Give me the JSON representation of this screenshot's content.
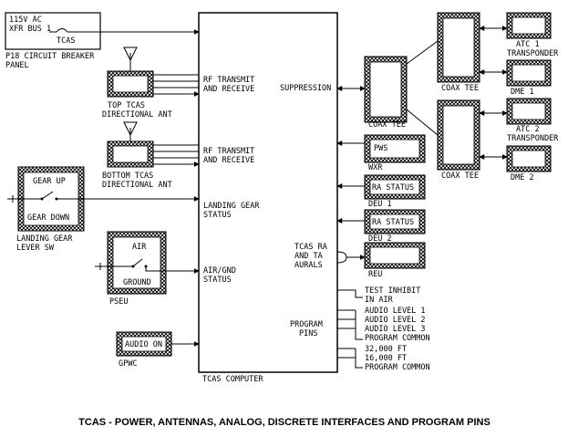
{
  "caption": "TCAS - POWER, ANTENNAS, ANALOG, DISCRETE INTERFACES AND PROGRAM PINS",
  "computer": {
    "name": "TCAS COMPUTER",
    "rf_top": [
      "RF TRANSMIT",
      "AND RECEIVE"
    ],
    "rf_bottom": [
      "RF TRANSMIT",
      "AND RECEIVE"
    ],
    "landing_gear": [
      "LANDING GEAR",
      "STATUS"
    ],
    "air_gnd": [
      "AIR/GND",
      "STATUS"
    ],
    "suppression": "SUPPRESSION",
    "aurals": [
      "TCAS RA",
      "AND TA",
      "AURALS"
    ],
    "program_pins": [
      "PROGRAM",
      "PINS"
    ]
  },
  "breaker_panel": {
    "lines": [
      "115V AC",
      "XFR BUS 1"
    ],
    "breaker": "TCAS",
    "label": [
      "P18 CIRCUIT BREAKER",
      "PANEL"
    ]
  },
  "antennas": {
    "top": [
      "TOP TCAS",
      "DIRECTIONAL ANT"
    ],
    "bottom": [
      "BOTTOM TCAS",
      "DIRECTIONAL ANT"
    ]
  },
  "gear_lever": {
    "up": "GEAR UP",
    "down": "GEAR DOWN",
    "label": [
      "LANDING GEAR",
      "LEVER SW"
    ]
  },
  "pseu": {
    "air": "AIR",
    "ground": "GROUND",
    "label": "PSEU"
  },
  "gpwc": {
    "inner": "AUDIO ON",
    "label": "GPWC"
  },
  "coax": {
    "tee1": "COAX TEE",
    "tee2": "COAX TEE"
  },
  "transponders": {
    "atc1": [
      "ATC 1",
      "TRANSPONDER"
    ],
    "dme1": "DME 1",
    "atc2": [
      "ATC 2",
      "TRANSPONDER"
    ],
    "dme2": "DME 2"
  },
  "right_units": {
    "pws": "PWS",
    "wxr": "WXR",
    "ra_status1": "RA STATUS",
    "deu1": "DEU 1",
    "ra_status2": "RA STATUS",
    "deu2": "DEU 2",
    "reu": "REU"
  },
  "pins": {
    "test_inhibit": [
      "TEST INHIBIT",
      "IN AIR"
    ],
    "audio1": "AUDIO LEVEL 1",
    "audio2": "AUDIO LEVEL 2",
    "audio3": "AUDIO LEVEL 3",
    "prog_common1": "PROGRAM COMMON",
    "alt32": "32,000 FT",
    "alt16": "16,000 FT",
    "prog_common2": "PROGRAM COMMON"
  }
}
